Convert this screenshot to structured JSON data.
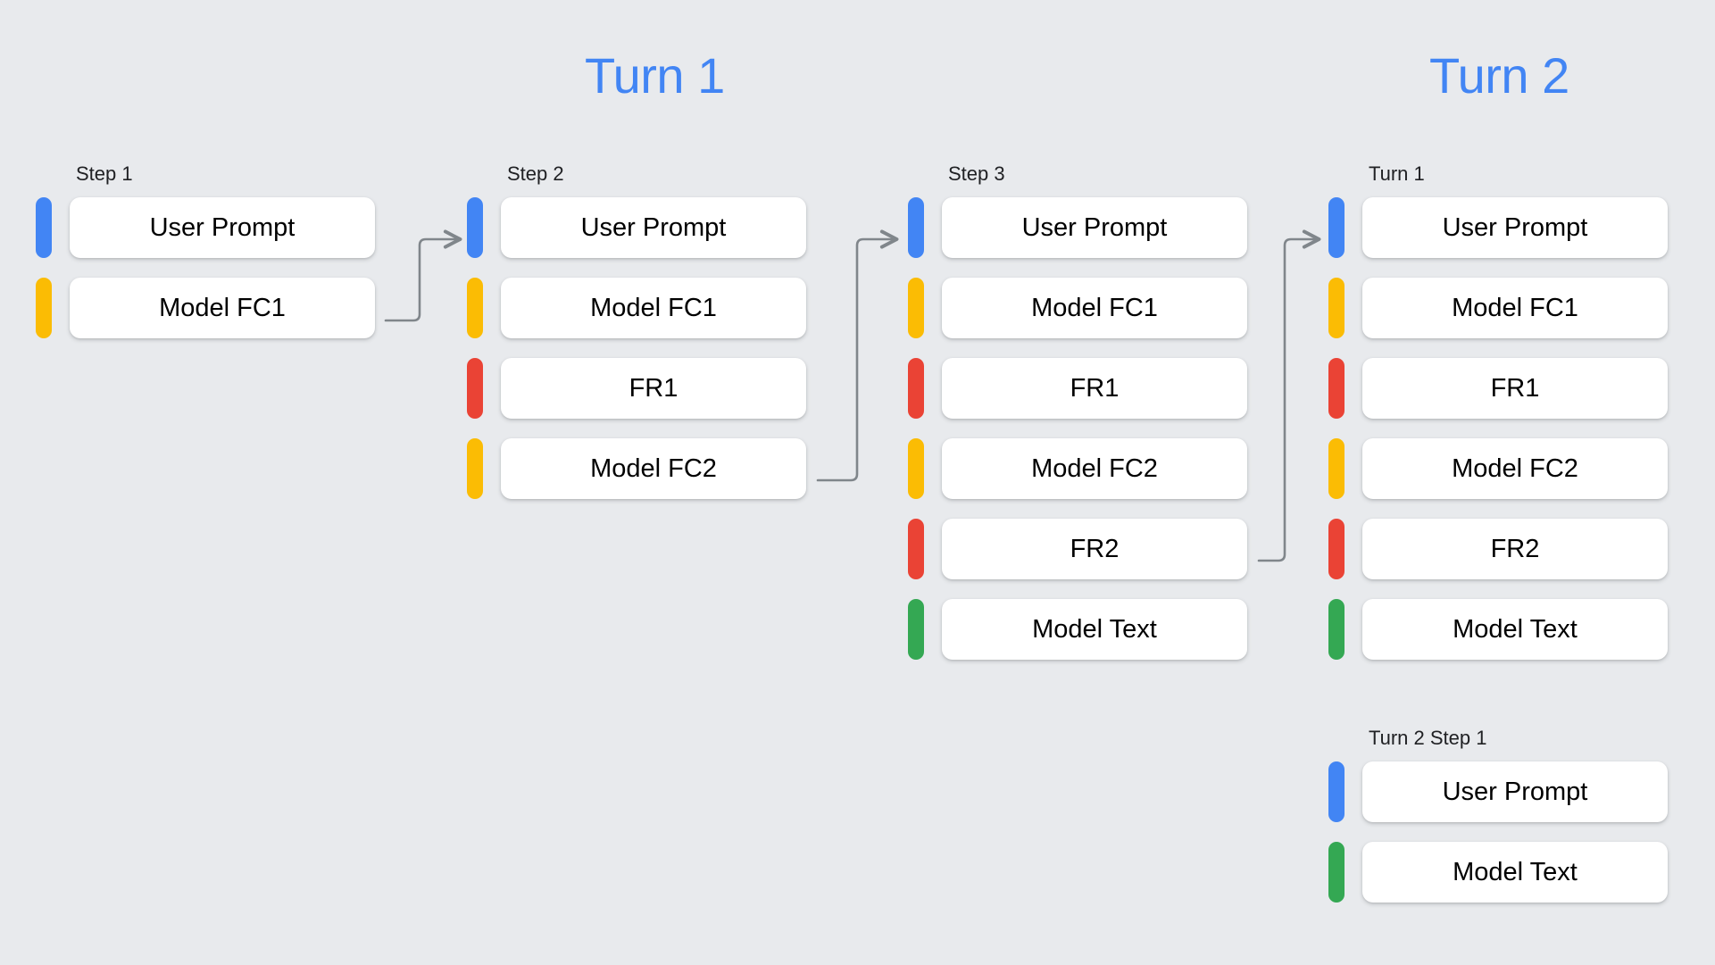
{
  "theme": {
    "background": "#E8EAED",
    "header_color": "#4285F4",
    "card_background": "#FFFFFF",
    "connector_color": "#80868B",
    "bar_colors": {
      "user_prompt": "#4285F4",
      "model_fc": "#FBBC04",
      "function_response": "#EA4335",
      "model_text": "#34A853"
    }
  },
  "headers": [
    {
      "id": "turn-1",
      "label": "Turn 1"
    },
    {
      "id": "turn-2",
      "label": "Turn 2"
    }
  ],
  "columns": [
    {
      "id": "step-1",
      "label": "Step 1",
      "rows": [
        {
          "label": "User Prompt",
          "color": "blue"
        },
        {
          "label": "Model FC1",
          "color": "yellow"
        }
      ]
    },
    {
      "id": "step-2",
      "label": "Step 2",
      "rows": [
        {
          "label": "User Prompt",
          "color": "blue"
        },
        {
          "label": "Model FC1",
          "color": "yellow"
        },
        {
          "label": "FR1",
          "color": "red"
        },
        {
          "label": "Model FC2",
          "color": "yellow"
        }
      ]
    },
    {
      "id": "step-3",
      "label": "Step 3",
      "rows": [
        {
          "label": "User Prompt",
          "color": "blue"
        },
        {
          "label": "Model FC1",
          "color": "yellow"
        },
        {
          "label": "FR1",
          "color": "red"
        },
        {
          "label": "Model FC2",
          "color": "yellow"
        },
        {
          "label": "FR2",
          "color": "red"
        },
        {
          "label": "Model Text",
          "color": "green"
        }
      ]
    },
    {
      "id": "turn-2-turn-1",
      "label": "Turn 1",
      "rows": [
        {
          "label": "User Prompt",
          "color": "blue"
        },
        {
          "label": "Model FC1",
          "color": "yellow"
        },
        {
          "label": "FR1",
          "color": "red"
        },
        {
          "label": "Model FC2",
          "color": "yellow"
        },
        {
          "label": "FR2",
          "color": "red"
        },
        {
          "label": "Model Text",
          "color": "green"
        }
      ]
    },
    {
      "id": "turn-2-step-1",
      "label": "Turn 2 Step 1",
      "rows": [
        {
          "label": "User Prompt",
          "color": "blue"
        },
        {
          "label": "Model Text",
          "color": "green"
        }
      ]
    }
  ],
  "connectors": [
    {
      "id": "step1-to-step2",
      "from": "Model FC1",
      "to": "User Prompt"
    },
    {
      "id": "step2-to-step3",
      "from": "Model FC2",
      "to": "User Prompt"
    },
    {
      "id": "step3-to-turn1",
      "from": "FR2",
      "to": "User Prompt"
    }
  ]
}
